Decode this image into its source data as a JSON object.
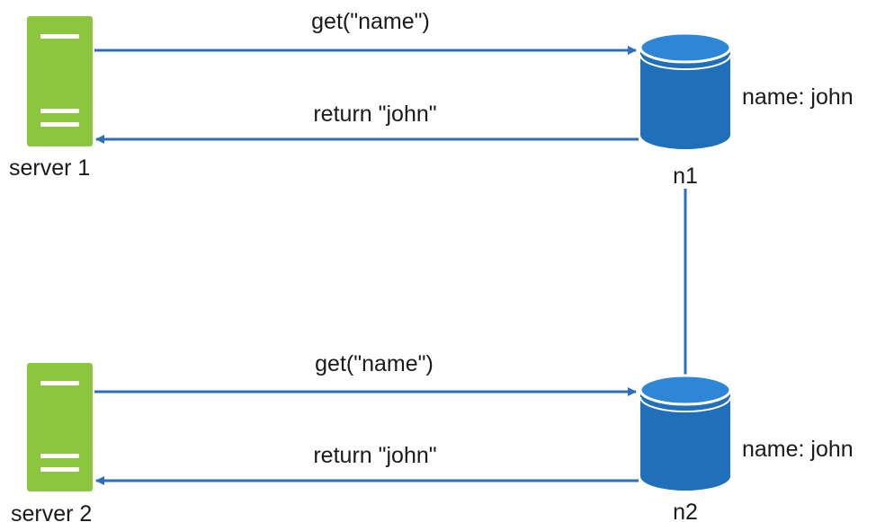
{
  "colors": {
    "server": "#8cc63f",
    "server_bar": "#ffffff",
    "db_body": "#1f6fba",
    "db_top": "#2e86d6",
    "db_outline": "#ffffff",
    "arrow": "#2c6fb8",
    "link": "#2c6fb8",
    "text": "#1a1a1a"
  },
  "servers": [
    {
      "id": "server1",
      "icon": "server-icon",
      "label": "server 1"
    },
    {
      "id": "server2",
      "icon": "server-icon",
      "label": "server 2"
    }
  ],
  "nodes": [
    {
      "id": "n1",
      "icon": "database-icon",
      "label": "n1",
      "data_label": "name: john"
    },
    {
      "id": "n2",
      "icon": "database-icon",
      "label": "n2",
      "data_label": "name: john"
    }
  ],
  "flows": [
    {
      "from": "server1",
      "to": "n1",
      "label": "get(\"name\")"
    },
    {
      "from": "n1",
      "to": "server1",
      "label": "return \"john\""
    },
    {
      "from": "server2",
      "to": "n2",
      "label": "get(\"name\")"
    },
    {
      "from": "n2",
      "to": "server2",
      "label": "return \"john\""
    }
  ],
  "links": [
    {
      "from": "n1",
      "to": "n2"
    }
  ]
}
